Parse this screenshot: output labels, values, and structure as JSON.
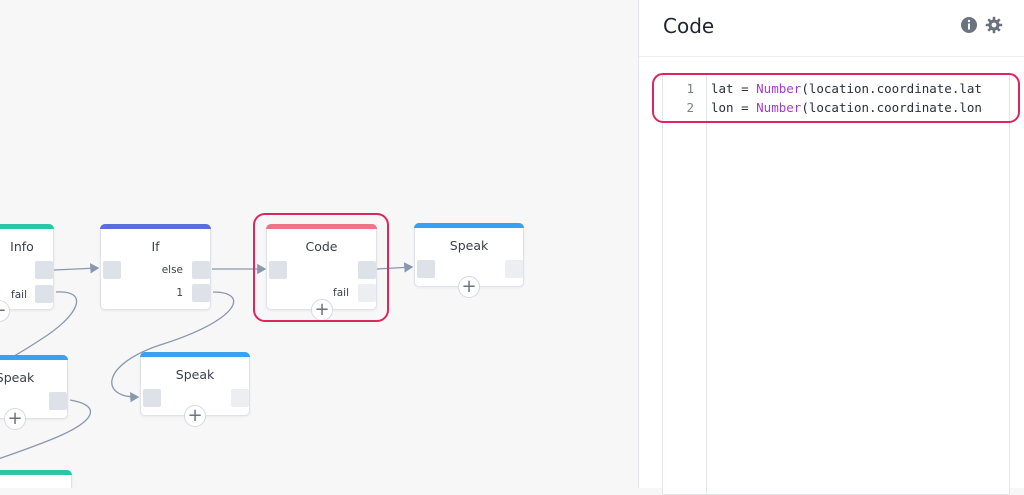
{
  "panel": {
    "title": "Code",
    "code_lines": [
      {
        "num": "1",
        "pre": "lat = ",
        "fn": "Number",
        "post": "(location.coordinate.lat"
      },
      {
        "num": "2",
        "pre": "lon = ",
        "fn": "Number",
        "post": "(location.coordinate.lon"
      }
    ]
  },
  "nodes": {
    "info": {
      "title": "Info",
      "fail_label": "fail",
      "bar_color": "#2ec4a6"
    },
    "if": {
      "title": "If",
      "else_label": "else",
      "one_label": "1",
      "bar_color": "#5a6ee0"
    },
    "code": {
      "title": "Code",
      "fail_label": "fail",
      "bar_color": "#f07388"
    },
    "speak_right": {
      "title": "Speak",
      "bar_color": "#3aa0f0"
    },
    "speak_mid": {
      "title": "Speak",
      "bar_color": "#3aa0f0"
    },
    "speak_left": {
      "title": "Speak",
      "bar_color": "#3aa0f0"
    }
  },
  "colors": {
    "highlight": "#e0245e",
    "wire": "#8a97ad",
    "keyword": "#a33ec9"
  },
  "icons": {
    "info": "info-icon",
    "settings": "gear-icon",
    "add": "plus-icon"
  }
}
